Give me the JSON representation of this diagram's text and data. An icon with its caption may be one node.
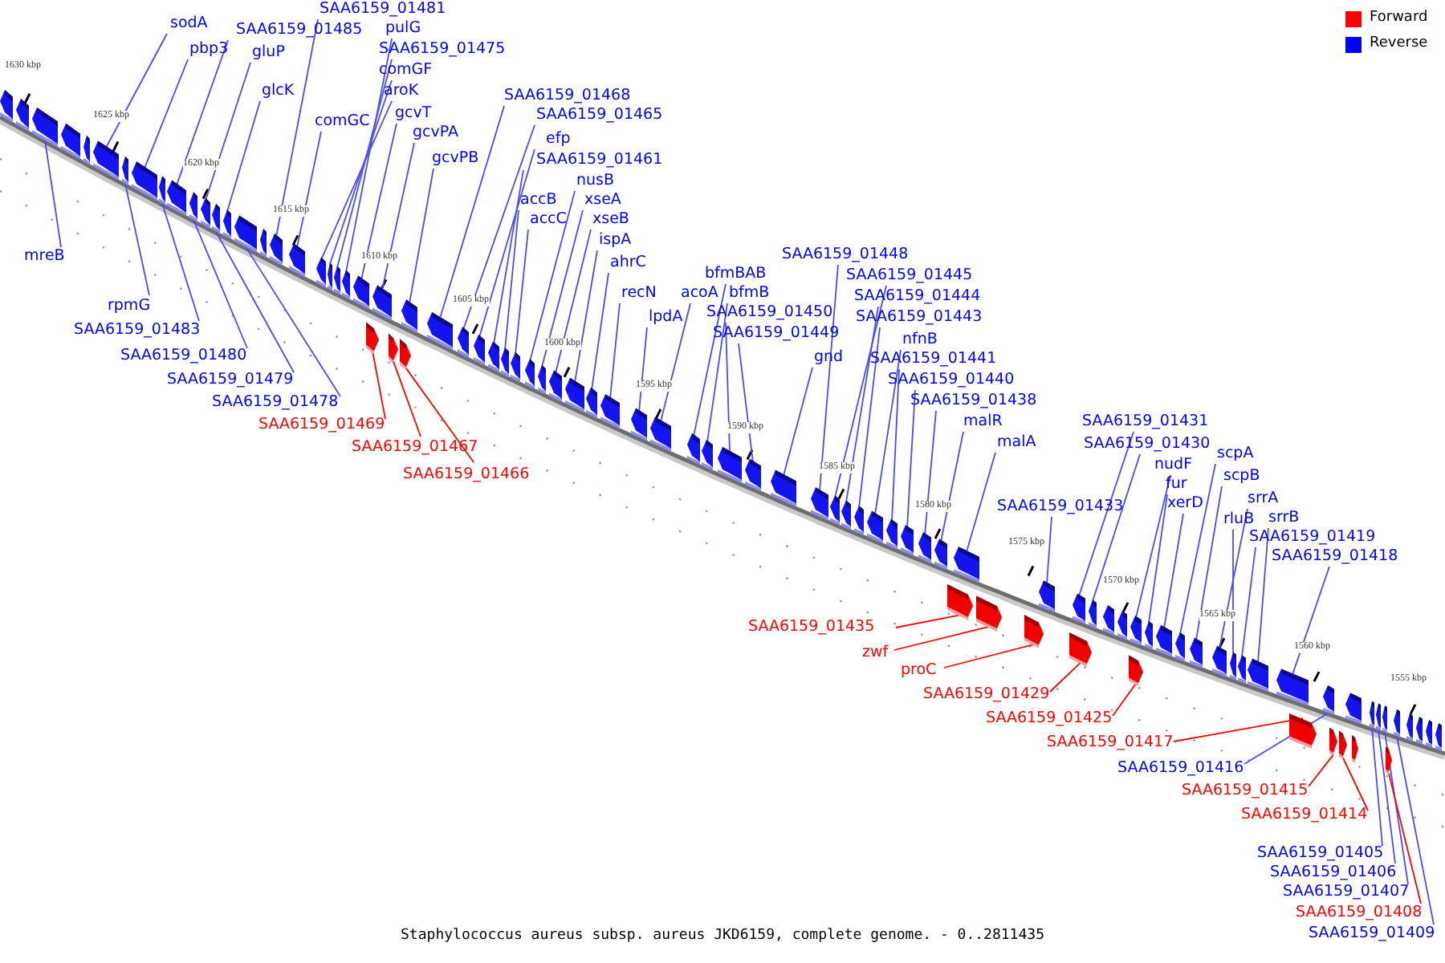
{
  "diagram": {
    "caption": "Staphylococcus aureus subsp. aureus JKD6159, complete genome. - 0..2811435",
    "nodes": [
      {
        "text": [
          "sodA"
        ]
      },
      {
        "text": [
          "SAA6159_01485"
        ]
      },
      {
        "text": [
          "pbp3"
        ]
      },
      {
        "text": [
          "gluP"
        ]
      },
      {
        "text": [
          "SAA6159_01481"
        ]
      },
      {
        "text": [
          "pulG"
        ]
      },
      {
        "text": [
          "SAA6159_01475"
        ]
      },
      {
        "text": [
          "comGF"
        ]
      },
      {
        "text": [
          "glcK"
        ]
      },
      {
        "text": [
          "aroK"
        ]
      },
      {
        "text": [
          "comGC"
        ]
      },
      {
        "text": [
          "gcvT"
        ]
      },
      {
        "text": [
          "gcvPA"
        ]
      },
      {
        "text": [
          "gcvPB"
        ]
      },
      {
        "text": [
          "SAA6159_01468"
        ]
      },
      {
        "text": [
          "SAA6159_01465"
        ]
      },
      {
        "text": [
          "efp"
        ]
      },
      {
        "text": [
          "SAA6159_01461"
        ]
      },
      {
        "text": [
          "nusB"
        ]
      },
      {
        "text": [
          "accB"
        ]
      },
      {
        "text": [
          "xseA"
        ]
      },
      {
        "text": [
          "accC"
        ]
      },
      {
        "text": [
          "xseB"
        ]
      },
      {
        "text": [
          "ispA"
        ]
      },
      {
        "text": [
          "ahrC"
        ]
      },
      {
        "text": [
          "recN"
        ]
      },
      {
        "text": [
          "lpdA"
        ]
      },
      {
        "text": [
          "acoA"
        ]
      },
      {
        "text": [
          "bfmBAB"
        ]
      },
      {
        "text": [
          "bfmB"
        ]
      },
      {
        "text": [
          "SAA6159_01448"
        ]
      },
      {
        "text": [
          "SAA6159_01450"
        ]
      },
      {
        "text": [
          "SAA6159_01445"
        ]
      },
      {
        "text": [
          "SAA6159_01449"
        ]
      },
      {
        "text": [
          "SAA6159_01444"
        ]
      },
      {
        "text": [
          "SAA6159_01443"
        ]
      },
      {
        "text": [
          "nfnB"
        ]
      },
      {
        "text": [
          "gnd"
        ]
      },
      {
        "text": [
          "SAA6159_01441"
        ]
      },
      {
        "text": [
          "SAA6159_01440"
        ]
      },
      {
        "text": [
          "SAA6159_01438"
        ]
      },
      {
        "text": [
          "malR"
        ]
      },
      {
        "text": [
          "malA"
        ]
      },
      {
        "text": [
          "SAA6159_01431"
        ]
      },
      {
        "text": [
          "SAA6159_01430"
        ]
      },
      {
        "text": [
          "scpA"
        ]
      },
      {
        "text": [
          "nudF"
        ]
      },
      {
        "text": [
          "scpB"
        ]
      },
      {
        "text": [
          "fur"
        ]
      },
      {
        "text": [
          "srrA"
        ]
      },
      {
        "text": [
          "SAA6159_01433"
        ]
      },
      {
        "text": [
          "xerD"
        ]
      },
      {
        "text": [
          "rluB"
        ]
      },
      {
        "text": [
          "srrB"
        ]
      },
      {
        "text": [
          "SAA6159_01419"
        ]
      },
      {
        "text": [
          "SAA6159_01418"
        ]
      },
      {
        "text": [
          "mreB"
        ]
      },
      {
        "text": [
          "rpmG"
        ]
      },
      {
        "text": [
          "SAA6159_01483"
        ]
      },
      {
        "text": [
          "SAA6159_01480"
        ]
      },
      {
        "text": [
          "SAA6159_01479"
        ]
      },
      {
        "text": [
          "SAA6159_01478"
        ]
      },
      {
        "text": [
          "SAA6159_01469"
        ]
      },
      {
        "text": [
          "SAA6159_01467"
        ]
      },
      {
        "text": [
          "SAA6159_01466"
        ]
      },
      {
        "text": [
          "SAA6159_01435"
        ]
      },
      {
        "text": [
          "zwf"
        ]
      },
      {
        "text": [
          "proC"
        ]
      },
      {
        "text": [
          "SAA6159_01429"
        ]
      },
      {
        "text": [
          "SAA6159_01425"
        ]
      },
      {
        "text": [
          "SAA6159_01417"
        ]
      },
      {
        "text": [
          "SAA6159_01416"
        ]
      },
      {
        "text": [
          "SAA6159_01415"
        ]
      },
      {
        "text": [
          "SAA6159_01414"
        ]
      },
      {
        "text": [
          "SAA6159_01405"
        ]
      },
      {
        "text": [
          "SAA6159_01406"
        ]
      },
      {
        "text": [
          "SAA6159_01407"
        ]
      },
      {
        "text": [
          "SAA6159_01408"
        ]
      },
      {
        "text": [
          "SAA6159_01409"
        ]
      },
      {
        "text": [],
        "shape": "arrow"
      },
      {
        "text": [],
        "shape": "arrow"
      },
      {
        "text": [],
        "shape": "arrow"
      },
      {
        "text": [],
        "shape": "arrow"
      },
      {
        "text": [],
        "shape": "arrow"
      },
      {
        "text": [],
        "shape": "arrow"
      },
      {
        "text": [],
        "shape": "arrow"
      },
      {
        "text": [],
        "shape": "arrow"
      },
      {
        "text": [],
        "shape": "arrow"
      },
      {
        "text": [],
        "shape": "arrow"
      },
      {
        "text": [],
        "shape": "arrow"
      },
      {
        "text": [],
        "shape": "arrow"
      },
      {
        "text": [],
        "shape": "arrow"
      },
      {
        "text": [],
        "shape": "arrow"
      },
      {
        "text": [],
        "shape": "arrow"
      },
      {
        "text": [],
        "shape": "arrow"
      },
      {
        "text": [],
        "shape": "arrow"
      },
      {
        "text": [],
        "shape": "arrow"
      },
      {
        "text": [],
        "shape": "arrow"
      },
      {
        "text": [],
        "shape": "arrow"
      },
      {
        "text": [],
        "shape": "arrow"
      },
      {
        "text": [],
        "shape": "arrow"
      },
      {
        "text": [],
        "shape": "arrow"
      },
      {
        "text": [],
        "shape": "arrow"
      },
      {
        "text": [],
        "shape": "arrow"
      },
      {
        "text": [],
        "shape": "arrow"
      },
      {
        "text": [],
        "shape": "arrow"
      },
      {
        "text": [],
        "shape": "arrow"
      },
      {
        "text": [],
        "shape": "arrow"
      },
      {
        "text": [],
        "shape": "arrow"
      },
      {
        "text": [],
        "shape": "arrow"
      },
      {
        "text": [],
        "shape": "arrow"
      },
      {
        "text": [],
        "shape": "arrow"
      },
      {
        "text": [],
        "shape": "arrow"
      },
      {
        "text": [],
        "shape": "arrow"
      },
      {
        "text": [],
        "shape": "arrow"
      },
      {
        "text": [],
        "shape": "arrow"
      },
      {
        "text": [],
        "shape": "arrow"
      },
      {
        "text": [],
        "shape": "arrow"
      },
      {
        "text": [],
        "shape": "arrow"
      },
      {
        "text": [],
        "shape": "arrow"
      },
      {
        "text": [],
        "shape": "arrow"
      },
      {
        "text": [],
        "shape": "arrow"
      },
      {
        "text": [],
        "shape": "arrow"
      },
      {
        "text": [],
        "shape": "arrow"
      },
      {
        "text": [],
        "shape": "arrow"
      },
      {
        "text": [],
        "shape": "arrow"
      },
      {
        "text": [],
        "shape": "arrow"
      },
      {
        "text": [],
        "shape": "arrow"
      },
      {
        "text": [],
        "shape": "arrow"
      },
      {
        "text": [],
        "shape": "arrow"
      },
      {
        "text": [],
        "shape": "arrow"
      },
      {
        "text": [],
        "shape": "arrow"
      },
      {
        "text": [],
        "shape": "arrow"
      },
      {
        "text": [],
        "shape": "arrow"
      },
      {
        "text": [],
        "shape": "arrow"
      },
      {
        "text": [],
        "shape": "arrow"
      },
      {
        "text": [],
        "shape": "arrow"
      },
      {
        "text": [],
        "shape": "arrow"
      },
      {
        "text": [],
        "shape": "arrow"
      },
      {
        "text": [],
        "shape": "arrow"
      },
      {
        "text": [],
        "shape": "arrow"
      },
      {
        "text": [],
        "shape": "arrow"
      },
      {
        "text": [],
        "shape": "arrow"
      },
      {
        "text": [],
        "shape": "arrow"
      },
      {
        "text": [],
        "shape": "arrow"
      },
      {
        "text": [],
        "shape": "arrow"
      },
      {
        "text": [],
        "shape": "arrow"
      },
      {
        "text": [],
        "shape": "arrow"
      },
      {
        "text": [],
        "shape": "arrow"
      },
      {
        "text": [],
        "shape": "arrow"
      },
      {
        "text": [],
        "shape": "arrow"
      },
      {
        "text": [],
        "shape": "arrow"
      },
      {
        "text": [],
        "shape": "arrow"
      },
      {
        "text": [],
        "shape": "arrow"
      },
      {
        "text": [],
        "shape": "arrow"
      },
      {
        "text": [],
        "shape": "arrow"
      },
      {
        "text": [],
        "shape": "arrow"
      },
      {
        "text": [],
        "shape": "arrow"
      },
      {
        "text": [],
        "shape": "arrow"
      },
      {
        "text": [],
        "shape": "arrow"
      },
      {
        "text": [],
        "shape": "arrow"
      },
      {
        "text": [],
        "shape": "arrow"
      },
      {
        "text": [],
        "shape": "arrow"
      },
      {
        "text": [],
        "shape": "arrow"
      },
      {
        "text": [],
        "shape": "arrow"
      },
      {
        "text": [],
        "shape": "arrow"
      },
      {
        "text": [],
        "shape": "arrow"
      },
      {
        "text": [],
        "shape": "arrow"
      },
      {
        "text": [],
        "shape": "arrow"
      },
      {
        "text": [],
        "shape": "arrow"
      },
      {
        "text": [],
        "shape": "arrow"
      }
    ],
    "edges": [
      {
        "from": 0,
        "to": 80,
        "arrow": "none"
      },
      {
        "from": 1,
        "to": 84,
        "arrow": "none"
      },
      {
        "from": 2,
        "to": 82,
        "arrow": "none"
      },
      {
        "from": 3,
        "to": 86,
        "arrow": "none"
      },
      {
        "from": 4,
        "to": 90,
        "arrow": "none"
      },
      {
        "from": 5,
        "to": 95,
        "arrow": "none"
      },
      {
        "from": 6,
        "to": 94,
        "arrow": "none"
      },
      {
        "from": 7,
        "to": 93,
        "arrow": "none"
      },
      {
        "from": 8,
        "to": 88,
        "arrow": "none"
      },
      {
        "from": 9,
        "to": 92,
        "arrow": "none"
      },
      {
        "from": 10,
        "to": 91,
        "arrow": "none"
      },
      {
        "from": 11,
        "to": 96,
        "arrow": "none"
      },
      {
        "from": 12,
        "to": 98,
        "arrow": "none"
      },
      {
        "from": 13,
        "to": 101,
        "arrow": "none"
      },
      {
        "from": 14,
        "to": 102,
        "arrow": "none"
      },
      {
        "from": 15,
        "to": 103,
        "arrow": "none"
      },
      {
        "from": 16,
        "to": 104,
        "arrow": "none"
      },
      {
        "from": 17,
        "to": 105,
        "arrow": "none"
      },
      {
        "from": 18,
        "to": 108,
        "arrow": "none"
      },
      {
        "from": 19,
        "to": 106,
        "arrow": "none"
      },
      {
        "from": 20,
        "to": 109,
        "arrow": "none"
      },
      {
        "from": 21,
        "to": 107,
        "arrow": "none"
      },
      {
        "from": 22,
        "to": 110,
        "arrow": "none"
      },
      {
        "from": 23,
        "to": 111,
        "arrow": "none"
      },
      {
        "from": 24,
        "to": 112,
        "arrow": "none"
      },
      {
        "from": 25,
        "to": 113,
        "arrow": "none"
      },
      {
        "from": 26,
        "to": 114,
        "arrow": "none"
      },
      {
        "from": 27,
        "to": 115,
        "arrow": "none"
      },
      {
        "from": 28,
        "to": 116,
        "arrow": "none"
      },
      {
        "from": 29,
        "to": 117,
        "arrow": "none"
      },
      {
        "from": 30,
        "to": 121,
        "arrow": "none"
      },
      {
        "from": 31,
        "to": 118,
        "arrow": "none"
      },
      {
        "from": 32,
        "to": 122,
        "arrow": "none"
      },
      {
        "from": 33,
        "to": 119,
        "arrow": "none"
      },
      {
        "from": 34,
        "to": 123,
        "arrow": "none"
      },
      {
        "from": 35,
        "to": 124,
        "arrow": "none"
      },
      {
        "from": 36,
        "to": 125,
        "arrow": "none"
      },
      {
        "from": 37,
        "to": 120,
        "arrow": "none"
      },
      {
        "from": 38,
        "to": 126,
        "arrow": "none"
      },
      {
        "from": 39,
        "to": 127,
        "arrow": "none"
      },
      {
        "from": 40,
        "to": 128,
        "arrow": "none"
      },
      {
        "from": 41,
        "to": 129,
        "arrow": "none"
      },
      {
        "from": 42,
        "to": 131,
        "arrow": "none"
      },
      {
        "from": 43,
        "to": 136,
        "arrow": "none"
      },
      {
        "from": 44,
        "to": 137,
        "arrow": "none"
      },
      {
        "from": 45,
        "to": 142,
        "arrow": "none"
      },
      {
        "from": 46,
        "to": 139,
        "arrow": "none"
      },
      {
        "from": 47,
        "to": 143,
        "arrow": "none"
      },
      {
        "from": 48,
        "to": 140,
        "arrow": "none"
      },
      {
        "from": 49,
        "to": 144,
        "arrow": "none"
      },
      {
        "from": 50,
        "to": 134,
        "arrow": "none"
      },
      {
        "from": 51,
        "to": 141,
        "arrow": "none"
      },
      {
        "from": 52,
        "to": 145,
        "arrow": "none"
      },
      {
        "from": 53,
        "to": 147,
        "arrow": "none"
      },
      {
        "from": 54,
        "to": 146,
        "arrow": "none"
      },
      {
        "from": 55,
        "to": 148,
        "arrow": "none"
      },
      {
        "from": 56,
        "to": 79,
        "arrow": "none"
      },
      {
        "from": 57,
        "to": 81,
        "arrow": "none"
      },
      {
        "from": 58,
        "to": 83,
        "arrow": "none"
      },
      {
        "from": 59,
        "to": 85,
        "arrow": "none"
      },
      {
        "from": 60,
        "to": 87,
        "arrow": "none"
      },
      {
        "from": 61,
        "to": 89,
        "arrow": "none"
      },
      {
        "from": 62,
        "to": 97,
        "arrow": "none",
        "color": "#ff0000"
      },
      {
        "from": 63,
        "to": 99,
        "arrow": "none",
        "color": "#ff0000"
      },
      {
        "from": 64,
        "to": 100,
        "arrow": "none",
        "color": "#ff0000"
      },
      {
        "from": 65,
        "to": 130,
        "arrow": "none",
        "color": "#ff0000"
      },
      {
        "from": 66,
        "to": 132,
        "arrow": "none",
        "color": "#ff0000"
      },
      {
        "from": 67,
        "to": 133,
        "arrow": "none",
        "color": "#ff0000"
      },
      {
        "from": 68,
        "to": 135,
        "arrow": "none",
        "color": "#ff0000"
      },
      {
        "from": 69,
        "to": 138,
        "arrow": "none",
        "color": "#ff0000"
      },
      {
        "from": 70,
        "to": 149,
        "arrow": "none",
        "color": "#ff0000"
      },
      {
        "from": 71,
        "to": 150,
        "arrow": "none"
      },
      {
        "from": 72,
        "to": 151,
        "arrow": "none",
        "color": "#ff0000"
      },
      {
        "from": 73,
        "to": 152,
        "arrow": "none",
        "color": "#ff0000"
      },
      {
        "from": 74,
        "to": 153,
        "arrow": "none"
      },
      {
        "from": 75,
        "to": 154,
        "arrow": "none"
      },
      {
        "from": 76,
        "to": 155,
        "arrow": "none"
      },
      {
        "from": 77,
        "to": 156,
        "arrow": "none",
        "color": "#ff0000"
      },
      {
        "from": 78,
        "to": 157,
        "arrow": "none"
      }
    ],
    "labels": [
      "1630 kbp",
      "1625 kbp",
      "1620 kbp",
      "1615 kbp",
      "1610 kbp",
      "1605 kbp",
      "1600 kbp",
      "1595 kbp",
      "1590 kbp",
      "1585 kbp",
      "1580 kbp",
      "1575 kbp",
      "1570 kbp",
      "1565 kbp",
      "1560 kbp",
      "1555 kbp"
    ],
    "legend": [
      {
        "text": "Forward",
        "color": "#ff0000"
      },
      {
        "text": "Reverse",
        "color": "#0000ff"
      }
    ]
  }
}
